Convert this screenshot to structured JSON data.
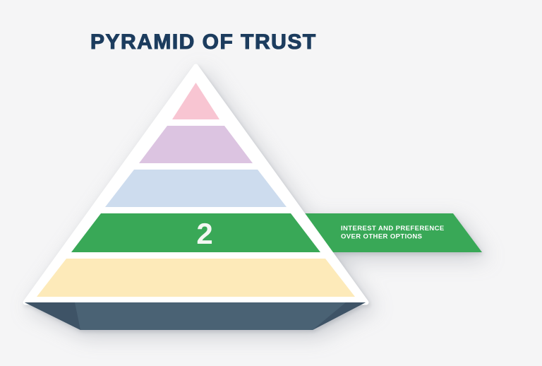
{
  "background_color": "#f5f5f6",
  "title": {
    "text": "PYRAMID OF TRUST",
    "color": "#1c3c5e"
  },
  "pyramid": {
    "outline_color": "#ffffff",
    "levels": [
      {
        "color": "#f8c5d2"
      },
      {
        "color": "#dcc4e1"
      },
      {
        "color": "#cddcee"
      },
      {
        "color": "#39a857",
        "number": "2",
        "number_color": "#f4f7f3"
      },
      {
        "color": "#fdeab9"
      }
    ],
    "base": {
      "color": "#4a6274",
      "facet_color": "#3e5366"
    }
  },
  "callout": {
    "color": "#39a857",
    "text_color": "#ffffff",
    "line1": "INTEREST AND PREFERENCE",
    "line2": "OVER OTHER OPTIONS"
  }
}
